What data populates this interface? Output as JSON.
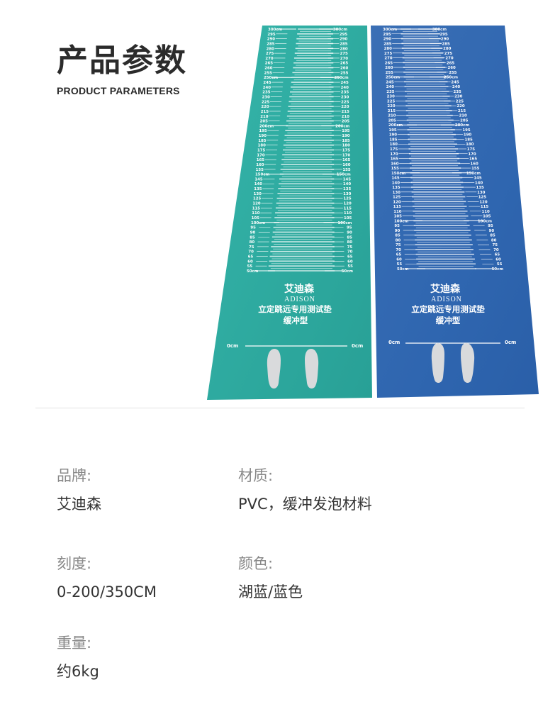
{
  "header": {
    "title_cn": "产品参数",
    "title_en": "PRODUCT PARAMETERS"
  },
  "product_image": {
    "mats": [
      {
        "color": "#2fada3",
        "brand_cn": "艾迪森",
        "brand_en": "ADISON",
        "product_line1": "立定跳远专用测试垫",
        "product_line2": "缓冲型",
        "zero_label": "0cm"
      },
      {
        "color": "#2f67b0",
        "brand_cn": "艾迪森",
        "brand_en": "ADISON",
        "product_line1": "立定跳远专用测试垫",
        "product_line2": "缓冲型",
        "zero_label": "0cm"
      }
    ],
    "scale": {
      "min_cm": 50,
      "max_cm": 300,
      "step_cm": 5,
      "unit": "cm"
    }
  },
  "specs": {
    "brand": {
      "label": "品牌:",
      "value": "艾迪森"
    },
    "material": {
      "label": "材质:",
      "value": "PVC，缓冲发泡材料"
    },
    "scale": {
      "label": "刻度:",
      "value": "0-200/350CM"
    },
    "color": {
      "label": "颜色:",
      "value": "湖蓝/蓝色"
    },
    "weight": {
      "label": "重量:",
      "value": "约6kg"
    }
  }
}
